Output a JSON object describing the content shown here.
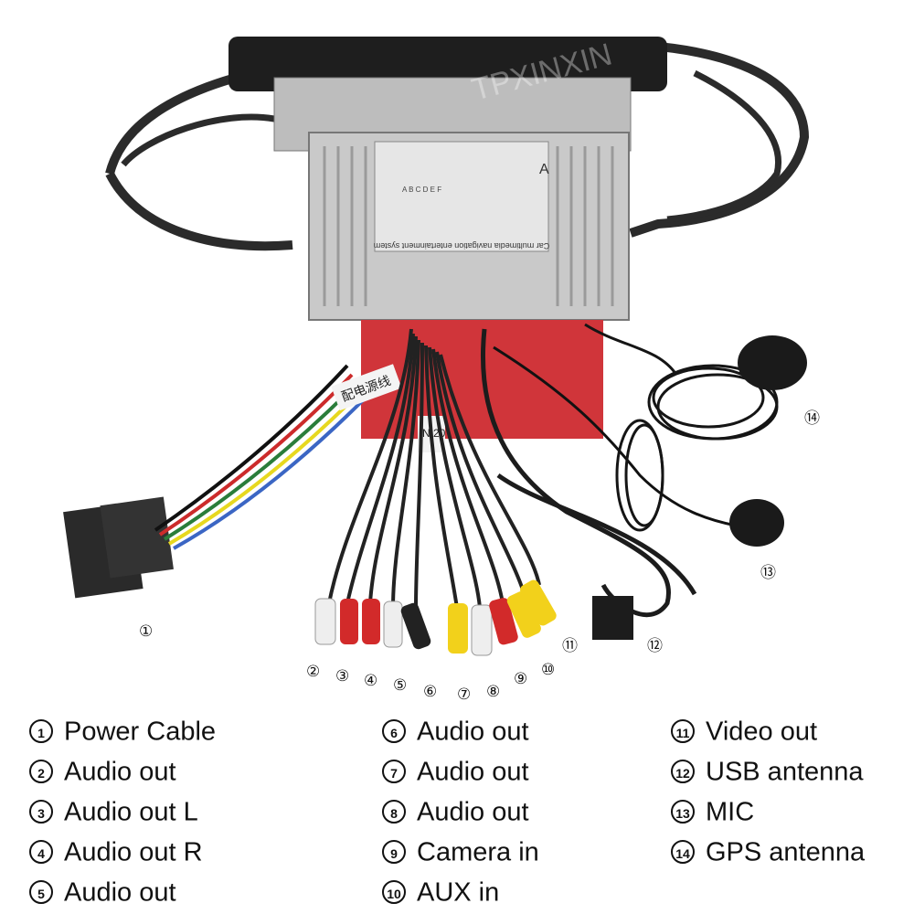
{
  "product_labels": {
    "unit_title": "Car multimedia navigation entertainment system",
    "panel_letter": "A",
    "pins": "A B C D E F",
    "watermark": "TPXINXIN",
    "harness_tag": "配电源线",
    "cable_tag": "N 20"
  },
  "callouts": [
    {
      "num": "①"
    },
    {
      "num": "②"
    },
    {
      "num": "③"
    },
    {
      "num": "④"
    },
    {
      "num": "⑤"
    },
    {
      "num": "⑥"
    },
    {
      "num": "⑦"
    },
    {
      "num": "⑧"
    },
    {
      "num": "⑨"
    },
    {
      "num": "⑩"
    },
    {
      "num": "⑪"
    },
    {
      "num": "⑫"
    },
    {
      "num": "⑬"
    },
    {
      "num": "⑭"
    }
  ],
  "legend": [
    {
      "num": "1",
      "label": "Power Cable"
    },
    {
      "num": "2",
      "label": "Audio out"
    },
    {
      "num": "3",
      "label": "Audio out L"
    },
    {
      "num": "4",
      "label": "Audio out R"
    },
    {
      "num": "5",
      "label": "Audio out"
    },
    {
      "num": "6",
      "label": "Audio out"
    },
    {
      "num": "7",
      "label": "Audio out"
    },
    {
      "num": "8",
      "label": "Audio out"
    },
    {
      "num": "9",
      "label": "Camera in"
    },
    {
      "num": "10",
      "label": "AUX in"
    },
    {
      "num": "11",
      "label": "Video out"
    },
    {
      "num": "12",
      "label": "USB antenna"
    },
    {
      "num": "13",
      "label": "MIC"
    },
    {
      "num": "14",
      "label": "GPS antenna"
    }
  ],
  "colors": {
    "frame": "#2b2b2b",
    "unit": "#c9c9c9",
    "red_box": "#d0353a",
    "rca_red": "#d22a2a",
    "rca_white": "#eeeeee",
    "rca_yellow": "#f2d11b",
    "rca_black": "#222222"
  }
}
